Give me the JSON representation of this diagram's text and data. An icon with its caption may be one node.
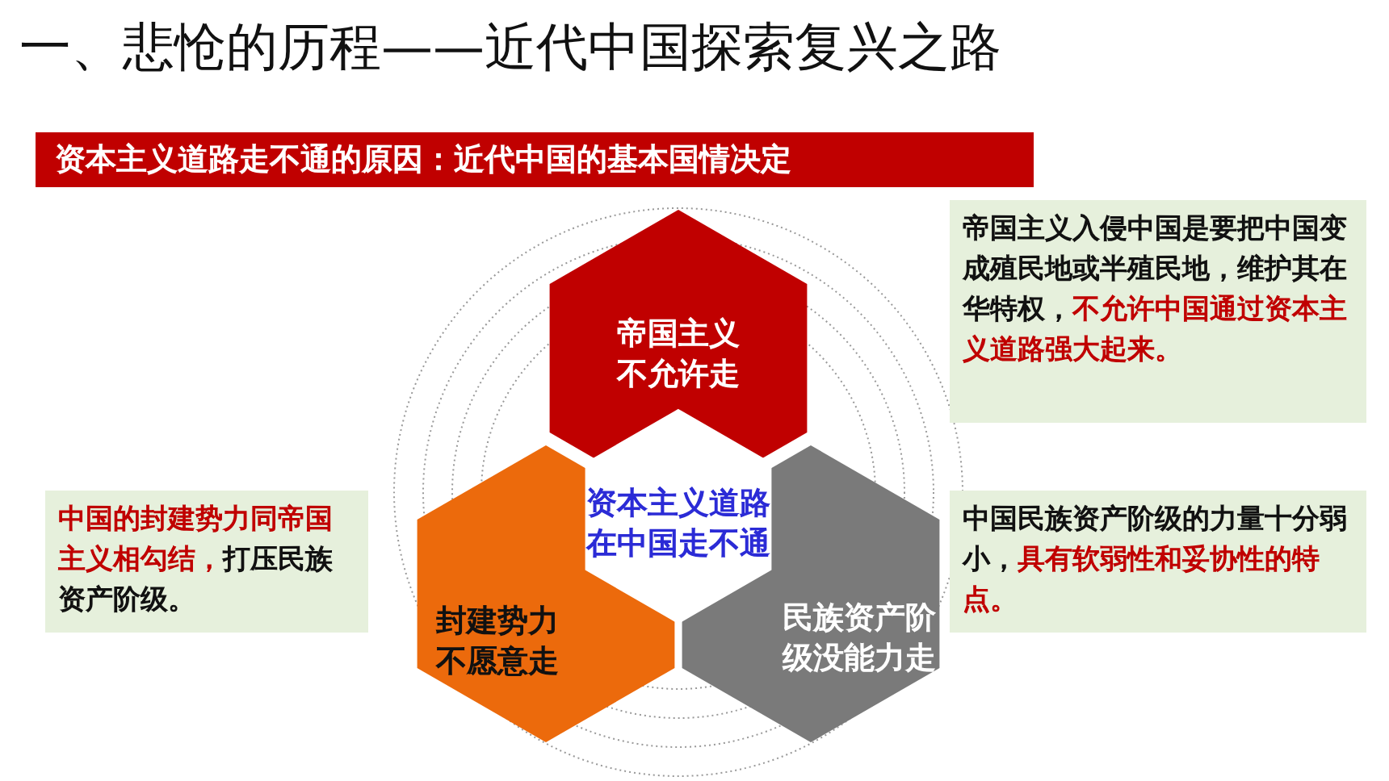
{
  "diagram": {
    "title": "一、悲怆的历程——近代中国探索复兴之路",
    "nodes": [
      {
        "text": [
          "资本主义道路走不通的原因：近代中国的基本国情决定"
        ]
      },
      {
        "text": [
          "帝国主义不允许走"
        ]
      },
      {
        "text": [
          "封建势力不愿意走"
        ]
      },
      {
        "text": [
          "民族资产阶级没能力走"
        ]
      },
      {
        "text": [
          "资本主义道路在中国走不通"
        ]
      },
      {
        "text": [
          "帝国主义入侵中国是要把中国变成殖民地或半殖民地，维护其在华特权，",
          "不允许中国通过资本主义道路强大起来。"
        ]
      },
      {
        "text": [
          "中国民族资产阶级的力量十分弱小，",
          "具有软弱性和妥协性的特点。"
        ]
      },
      {
        "text": [
          "中国的封建势力同帝国主义相勾结，",
          "打压民族资产阶级。"
        ]
      }
    ],
    "edges": []
  }
}
